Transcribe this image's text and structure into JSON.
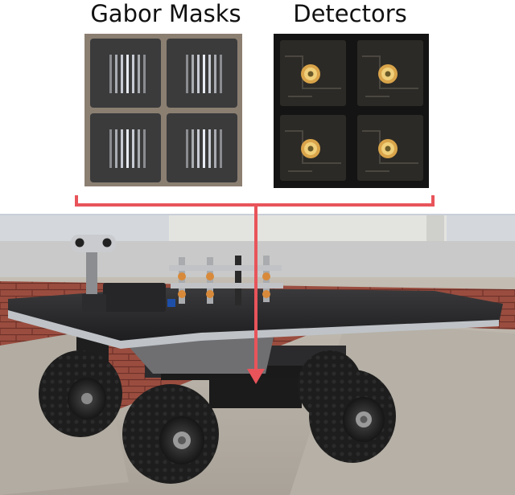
{
  "headings": {
    "left": "Gabor Masks",
    "right": "Detectors"
  },
  "panels": {
    "masks": {
      "grid": "2x2",
      "stripes_per_cell": 7
    },
    "detectors": {
      "grid": "2x2",
      "sensor_icon": "photodiode-icon"
    }
  },
  "connector": {
    "color": "#e8545a"
  },
  "photo": {
    "subject": "four-wheeled-robot-rover"
  }
}
